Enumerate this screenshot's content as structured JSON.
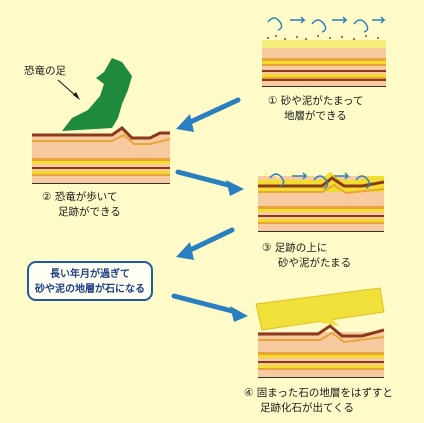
{
  "labels": {
    "footprint_pointer": "恐竜の足"
  },
  "steps": [
    {
      "marker": "①",
      "line1": "砂や泥がたまって",
      "line2": "地層ができる"
    },
    {
      "marker": "②",
      "line1": "恐竜が歩いて",
      "line2": "足跡ができる"
    },
    {
      "marker": "③",
      "line1": "足跡の上に",
      "line2": "砂や泥がたまる"
    },
    {
      "marker": "④",
      "line1": "固まった石の地層をはずすと",
      "line2": "足跡化石が出てくる"
    }
  ],
  "note": {
    "line1": "長い年月が過ぎて",
    "line2": "砂や泥の地層が石になる"
  },
  "colors": {
    "background": "#fefbc8",
    "arrow": "#2a7fc0",
    "foot": "#1f8a3c",
    "sand_top": "#f6ec7a",
    "layer_beige": "#f7caa0",
    "layer_yellow": "#f2dc2e",
    "layer_orange": "#e8a43a",
    "layer_brown": "#8b3a1c",
    "note_border": "#1f5aa3"
  },
  "icons": [
    "dinosaur-foot-icon",
    "flow-arrow-icon",
    "water-current-icon"
  ]
}
